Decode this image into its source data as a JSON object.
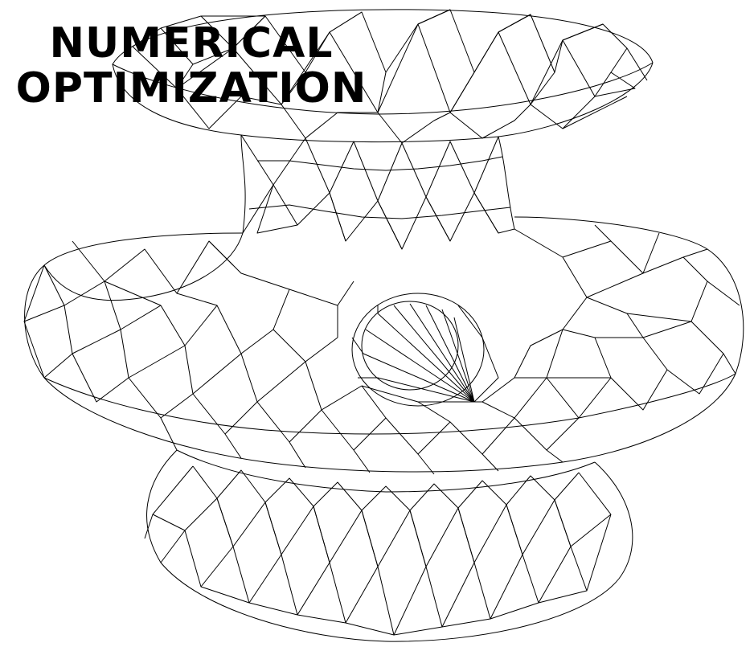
{
  "slide": {
    "title_line_1": "NUMERICAL",
    "title_line_2": "OPTIMIZATION"
  },
  "illustration": {
    "subject": "triangulated-surface-mesh",
    "stroke_color": "#000000",
    "background_color": "#ffffff"
  }
}
